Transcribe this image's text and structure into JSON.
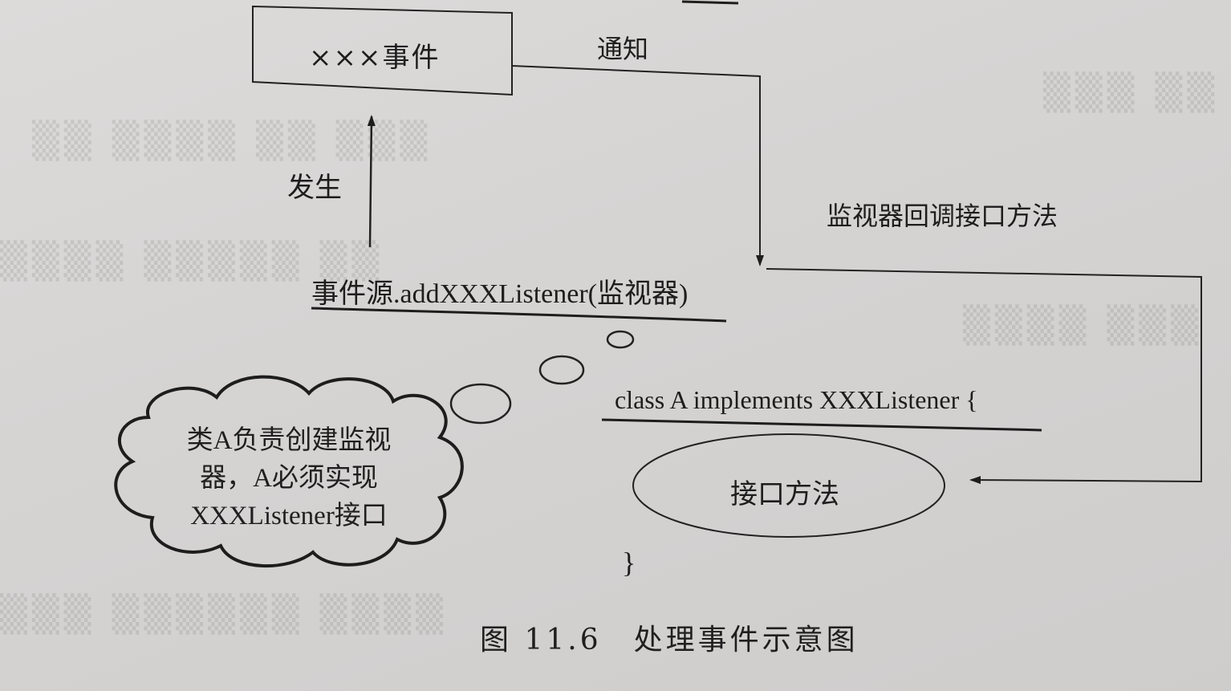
{
  "diagram": {
    "event_box": {
      "label": "×××事件"
    },
    "notify_label": "通知",
    "occur_label": "发生",
    "callback_label": "监视器回调接口方法",
    "register_code": "事件源.addXXXListener(监视器)",
    "class_code": "class A implements XXXListener {",
    "method_ellipse": {
      "label": "接口方法"
    },
    "close_brace": "}",
    "cloud": {
      "lines": [
        "类A负责创建监视",
        "器，A必须实现",
        "XXXListener接口"
      ]
    }
  },
  "caption": {
    "figure_number": "图 11.6",
    "title": "处理事件示意图"
  },
  "colors": {
    "ink": "#1d1d1d",
    "paper": "#d9d7d6"
  }
}
